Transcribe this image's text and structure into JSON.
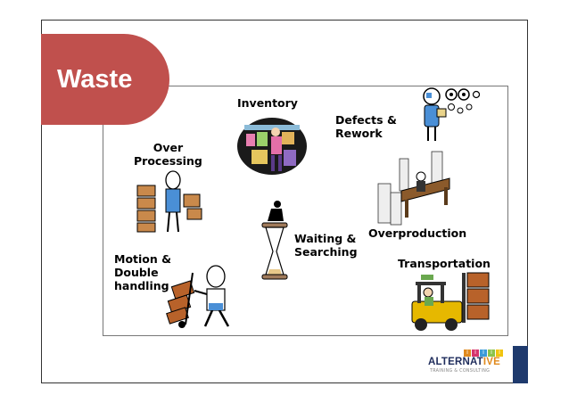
{
  "title": "Waste",
  "wastes": [
    {
      "id": "inventory",
      "label": "Inventory"
    },
    {
      "id": "defects",
      "label": "Defects &\nRework"
    },
    {
      "id": "over_processing",
      "label": "Over\nProcessing"
    },
    {
      "id": "waiting",
      "label": "Waiting &\nSearching"
    },
    {
      "id": "overproduction",
      "label": "Overproduction"
    },
    {
      "id": "transportation",
      "label": "Transportation"
    },
    {
      "id": "motion",
      "label": "Motion &\nDouble\nhandling"
    }
  ],
  "logo": {
    "tiles": [
      "I",
      "I",
      "I",
      "I",
      "I"
    ],
    "word_main": "ALTERNAT",
    "word_accent": "IVE",
    "tagline": "TRAINING & CONSULTING"
  },
  "colors": {
    "title_tab": "#c0504d",
    "logo_navy": "#1f2d5c",
    "logo_orange": "#e08a1e",
    "side_bar": "#1f3a6d"
  }
}
